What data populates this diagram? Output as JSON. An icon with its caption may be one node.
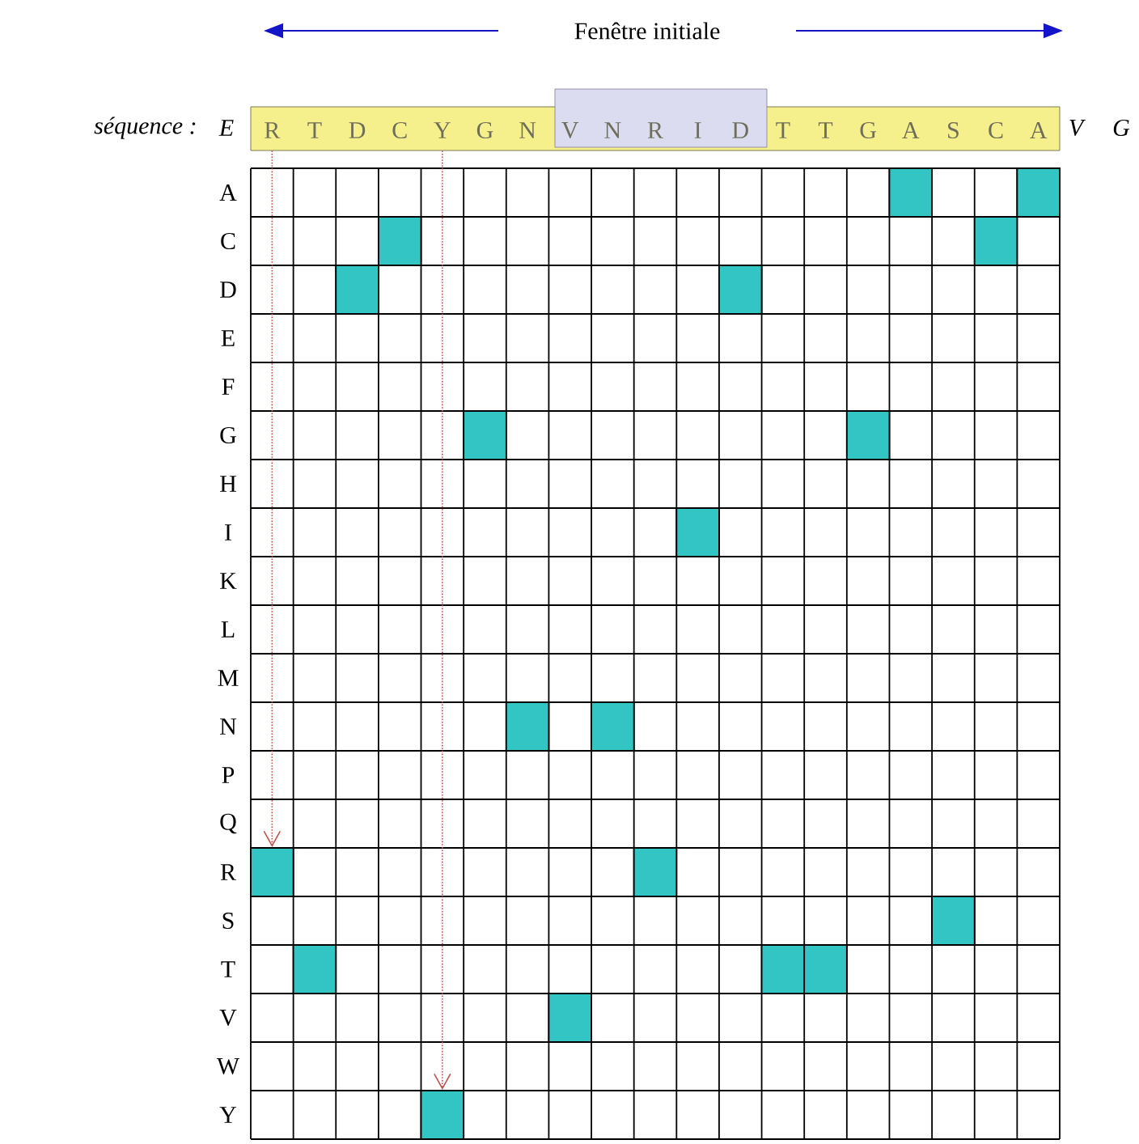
{
  "diagram": {
    "nodes": [
      {
        "text": [
          "R",
          "T",
          "D",
          "C",
          "Y",
          "G",
          "N",
          "V",
          "N",
          "R",
          "I",
          "D",
          "T",
          "T",
          "G",
          "A",
          "S",
          "C",
          "A"
        ]
      },
      {
        "text": [],
        "shape": "box"
      },
      {
        "text": [],
        "shape": "box"
      },
      {
        "text": [],
        "shape": "box"
      },
      {
        "text": [],
        "shape": "box"
      },
      {
        "text": [],
        "shape": "box"
      },
      {
        "text": [],
        "shape": "box"
      },
      {
        "text": [],
        "shape": "box"
      },
      {
        "text": [],
        "shape": "box"
      },
      {
        "text": [],
        "shape": "box"
      },
      {
        "text": [],
        "shape": "box"
      },
      {
        "text": [],
        "shape": "box"
      },
      {
        "text": [],
        "shape": "box"
      },
      {
        "text": [],
        "shape": "box"
      },
      {
        "text": [],
        "shape": "box"
      },
      {
        "text": [],
        "shape": "box"
      },
      {
        "text": [],
        "shape": "box"
      },
      {
        "text": [],
        "shape": "box"
      },
      {
        "text": [],
        "shape": "box"
      },
      {
        "text": [],
        "shape": "box"
      }
    ],
    "edges": [
      {
        "from": 0,
        "to": 12,
        "arrow": "to",
        "style": "dashed",
        "color": "#c0504d"
      },
      {
        "from": 0,
        "to": 19,
        "arrow": "to",
        "style": "dashed",
        "color": "#c0504d"
      }
    ],
    "labels": [
      "Fenêtre initiale",
      "séquence :",
      "E",
      "V",
      "G",
      "A",
      "C",
      "D",
      "E",
      "F",
      "G",
      "H",
      "I",
      "K",
      "L",
      "M",
      "N",
      "P",
      "Q",
      "R",
      "S",
      "T",
      "V",
      "W",
      "Y"
    ]
  }
}
